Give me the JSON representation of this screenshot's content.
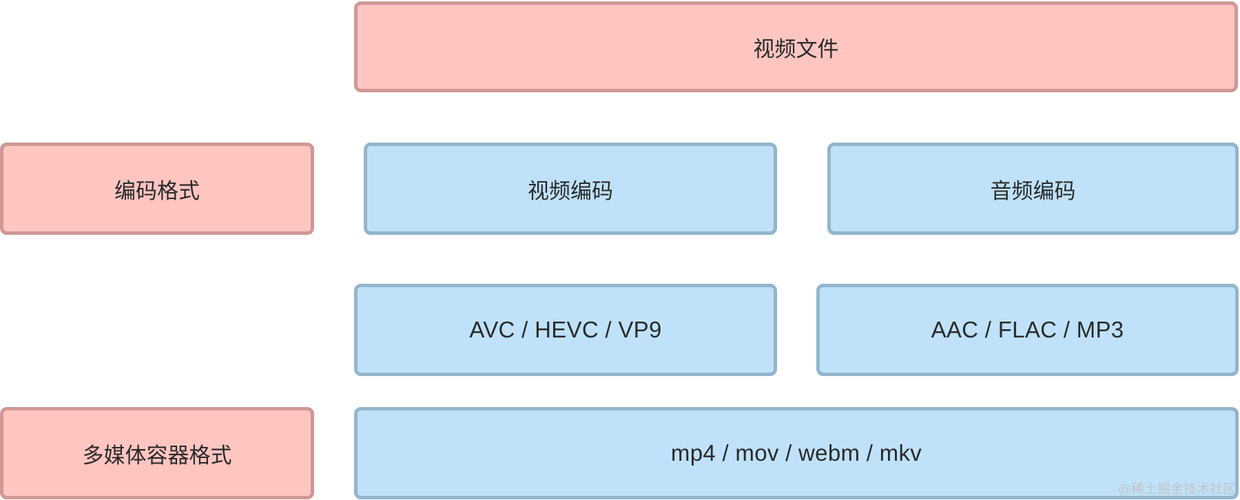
{
  "rows": {
    "file": {
      "label": "视频文件"
    },
    "encoding": {
      "category": "编码格式",
      "video": "视频编码",
      "audio": "音频编码"
    },
    "codecs": {
      "video": "AVC / HEVC / VP9",
      "audio": "AAC / FLAC / MP3"
    },
    "container": {
      "category": "多媒体容器格式",
      "types": "mp4 / mov / webm / mkv"
    }
  },
  "watermark": "@稀土掘金技术社区",
  "colors": {
    "category_fill": "#ffc5c1",
    "category_border": "#cf9896",
    "item_fill": "#bfe2fa",
    "item_border": "#93b5cc"
  }
}
